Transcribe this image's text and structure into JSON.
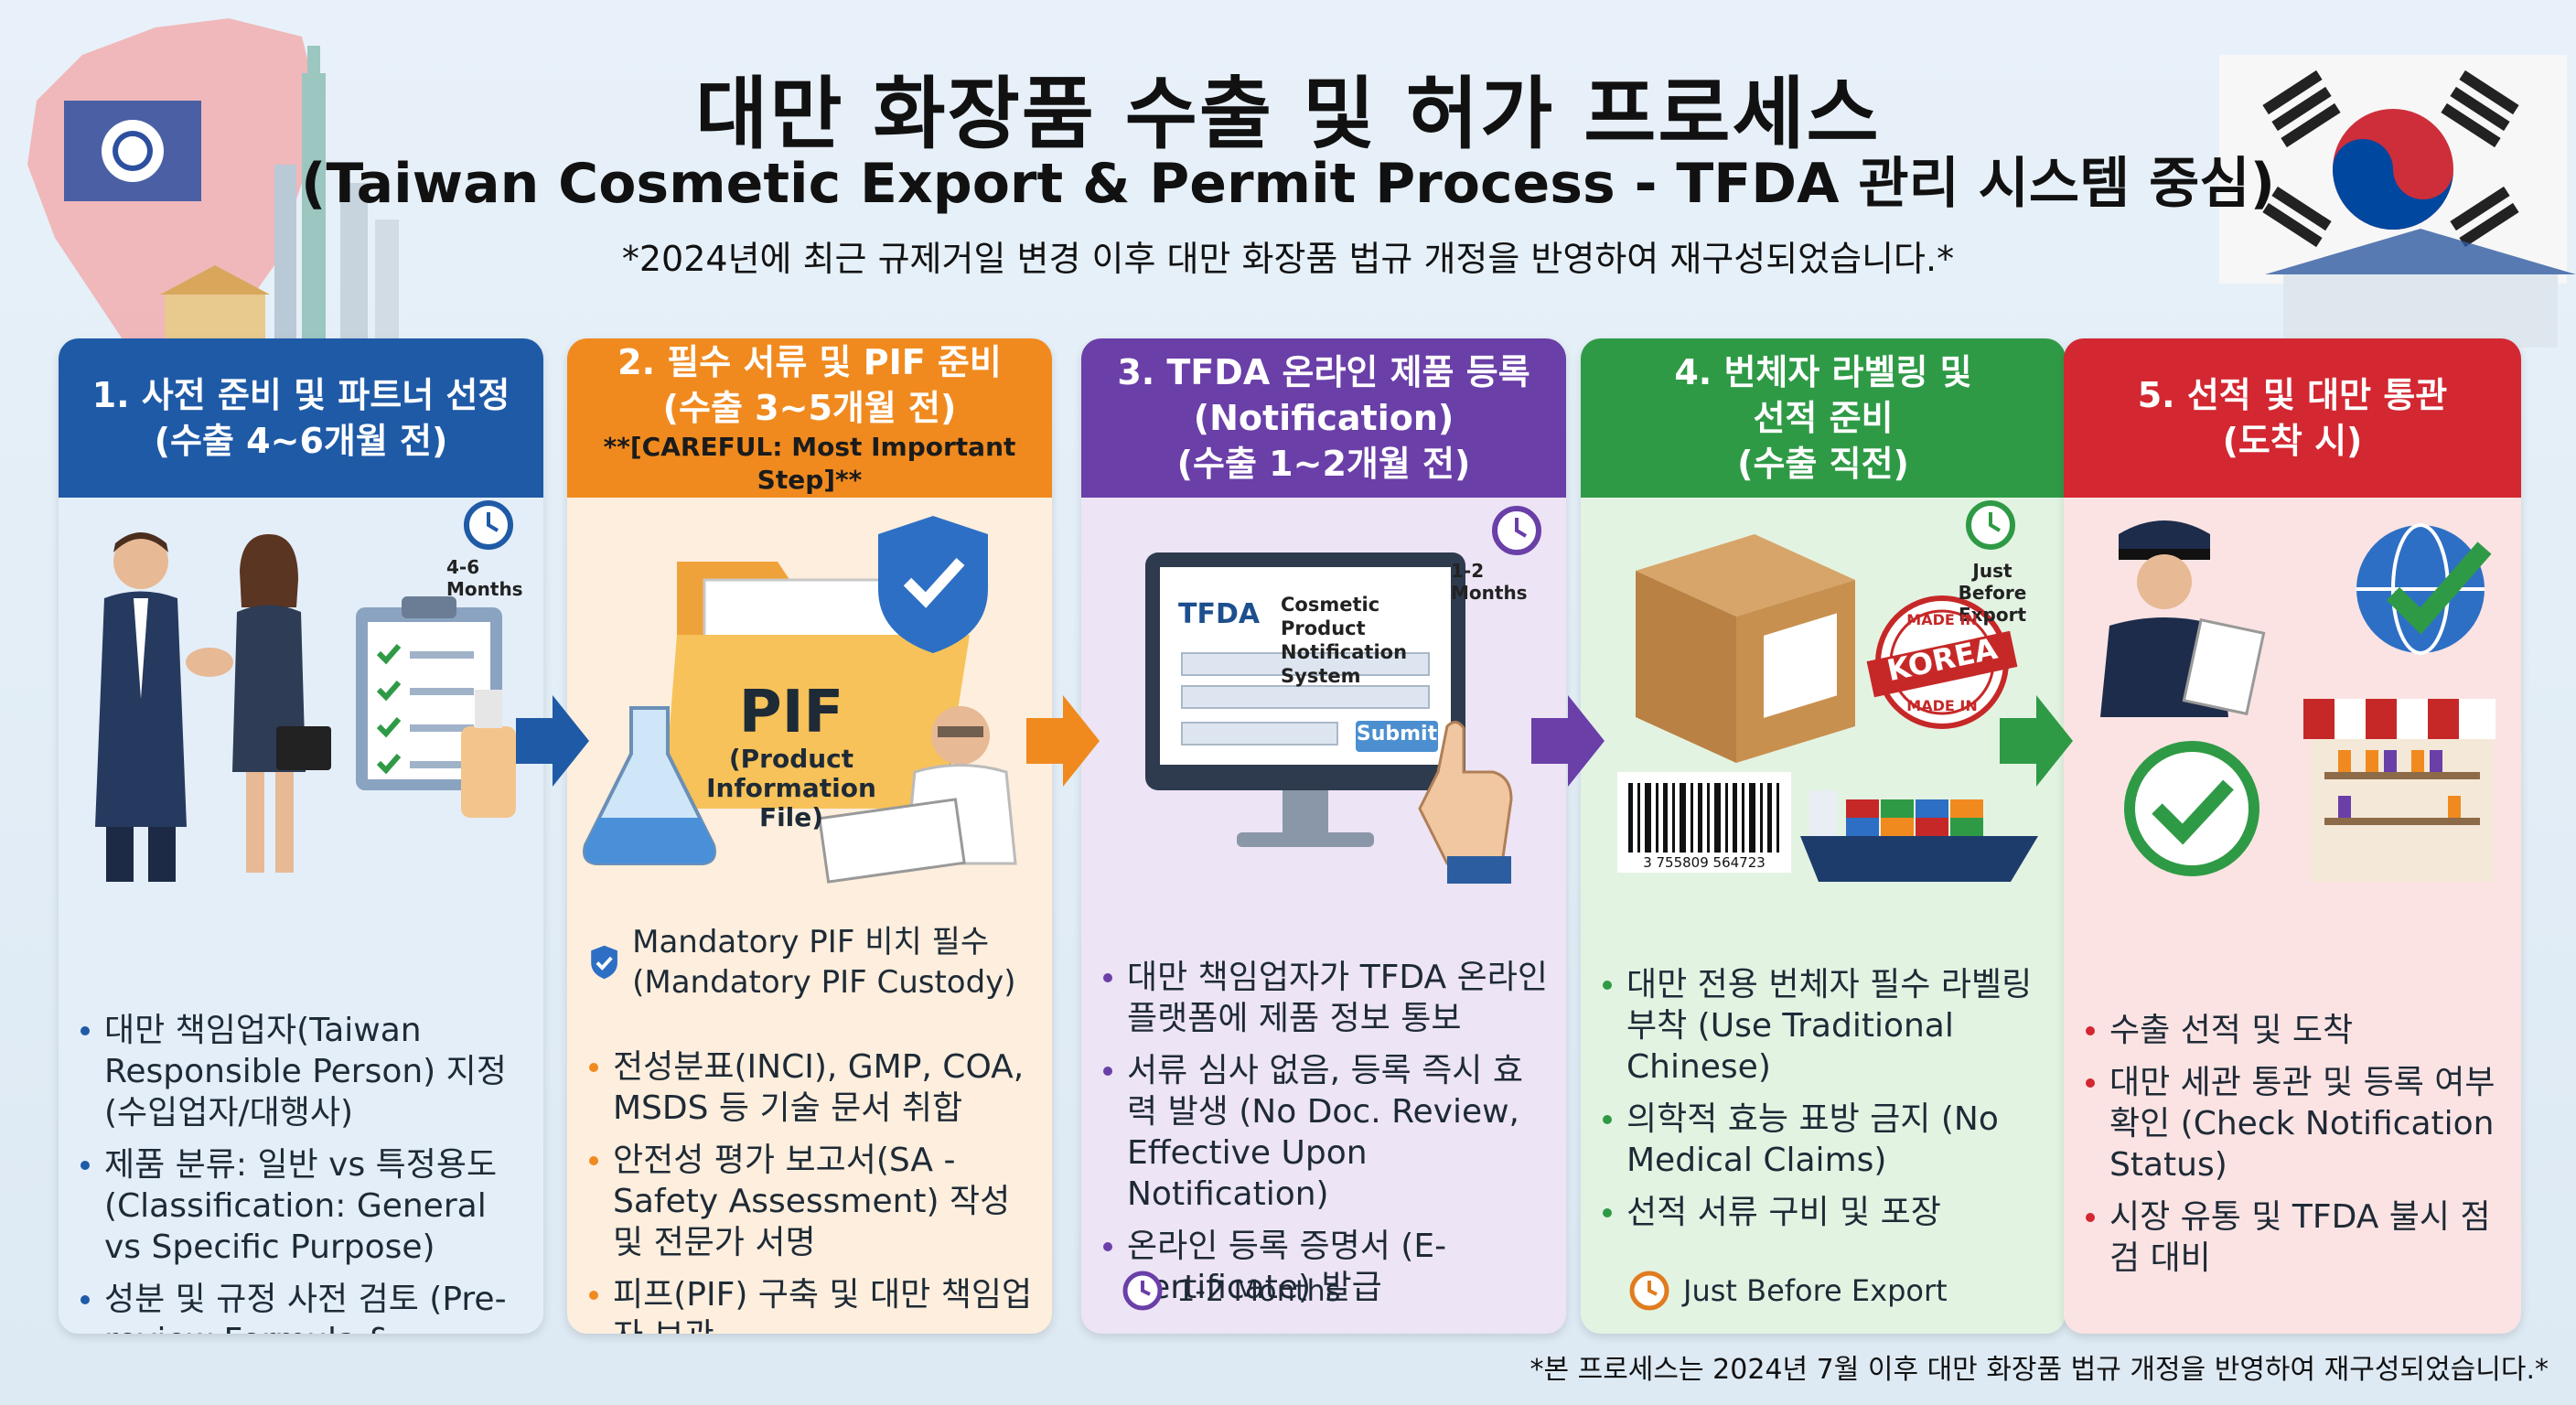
{
  "header": {
    "title": "대만 화장품 수출 및 허가 프로세스",
    "subtitle": "(Taiwan Cosmetic Export & Permit Process - TFDA 관리 시스템 중심)",
    "note_top": "*2024년에 최근 규제거일 변경 이후 대만 화장품 법규 개정을 반영하여 재구성되었습니다.*"
  },
  "colors": {
    "step1": "#1f5aa6",
    "step2": "#f08a1f",
    "step3": "#6a3fa8",
    "step4": "#2f9a46",
    "step5": "#d32731"
  },
  "steps": [
    {
      "title": "1. 사전 준비 및 파트너 선정",
      "timing": "(수출 4~6개월 전)",
      "timer_label": "4-6 Months",
      "bullets": [
        "대만 책임업자(Taiwan Responsible Person) 지정 (수입업자/대행사)",
        "제품 분류: 일반 vs 특정용도 (Classification: General vs Specific Purpose)",
        "성분 및 규정 사전 검토 (Pre-review Formula & Regulations)"
      ]
    },
    {
      "title": "2. 필수 서류 및 PIF 준비",
      "timing": "(수출 3~5개월 전)",
      "careful": "**[CAREFUL: Most Important Step]**",
      "folder_title": "PIF",
      "folder_sub": "(Product Information File)",
      "mandatory": "Mandatory PIF 비치 필수 (Mandatory PIF Custody)",
      "bullets": [
        "전성분표(INCI), GMP, COA, MSDS 등 기술 문서 취합",
        "안전성 평가 보고서(SA - Safety Assessment) 작성 및 전문가 서명",
        "피프(PIF) 구축 및 대만 책임업자 보관"
      ]
    },
    {
      "title": "3. TFDA 온라인 제품 등록",
      "title2": "(Notification)",
      "timing": "(수출 1~2개월 전)",
      "timer_label": "1-2 Months",
      "screen_logo": "TFDA",
      "screen_title": "Cosmetic Product Notification System",
      "screen_button": "Submit",
      "bullets": [
        "대만 책임업자가 TFDA 온라인 플랫폼에 제품 정보 통보",
        "서류 심사 없음, 등록 즉시 효력 발생 (No Doc. Review, Effective Upon Notification)",
        "온라인 등록 증명서 (E-Certificate) 발급"
      ],
      "footer_timer": "1-2 Months"
    },
    {
      "title": "4. 번체자 라벨링 및",
      "title2": "선적 준비",
      "timing": "(수출 직전)",
      "timer_label": "Just Before Export",
      "stamp_top": "MADE IN",
      "stamp_mid": "KOREA",
      "stamp_bottom": "MADE IN",
      "barcode": "3  755809  564723",
      "bullets": [
        "대만 전용 번체자 필수 라벨링 부착 (Use Traditional Chinese)",
        "의학적 효능 표방 금지 (No Medical Claims)",
        "선적 서류 구비 및 포장"
      ],
      "footer_timer": "Just Before Export"
    },
    {
      "title": "5. 선적 및 대만 통관",
      "timing": "(도착 시)",
      "bullets": [
        "수출 선적 및 도착",
        "대만 세관 통관 및 등록 여부 확인 (Check Notification Status)",
        "시장 유통 및 TFDA 불시 점검 대비"
      ]
    }
  ],
  "footer": {
    "note": "*본 프로세스는 2024년 7월 이후 대만 화장품 법규 개정을 반영하여 재구성되었습니다.*"
  }
}
